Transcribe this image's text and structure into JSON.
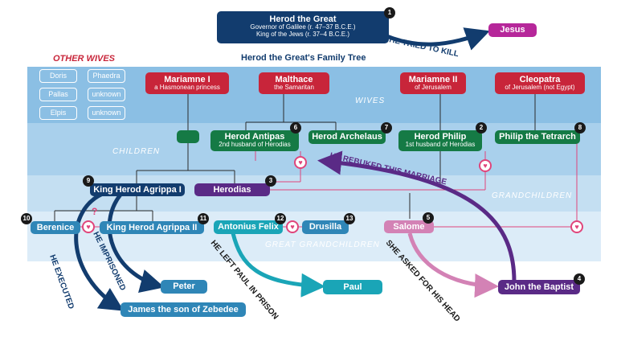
{
  "title": "Herod the Great's Family Tree",
  "herod": {
    "name": "Herod the Great",
    "line1": "Governor of Galilee (r. 47–37 B.C.E.)",
    "line2": "King of the Jews (r. 37–4 B.C.E.)",
    "number": "1"
  },
  "jesus": "Jesus",
  "other_wives": {
    "heading": "OTHER WIVES",
    "names": [
      "Doris",
      "Phaedra",
      "Pallas",
      "unknown",
      "Elpis",
      "unknown"
    ]
  },
  "bands": {
    "wives": "WIVES",
    "children": "CHILDREN",
    "grandchildren": "GRANDCHILDREN",
    "great_grandchildren": "GREAT GRANDCHILDREN"
  },
  "wives": [
    {
      "name": "Mariamne I",
      "sub": "a Hasmonean princess"
    },
    {
      "name": "Malthace",
      "sub": "the Samaritan"
    },
    {
      "name": "Mariamne II",
      "sub": "of Jerusalem"
    },
    {
      "name": "Cleopatra",
      "sub": "of Jerusalem (not Egypt)"
    }
  ],
  "children": {
    "antipas": {
      "name": "Herod Antipas",
      "sub": "2nd husband of Herodias",
      "number": "6"
    },
    "archelaus": {
      "name": "Herod Archelaus",
      "number": "7"
    },
    "philip": {
      "name": "Herod Philip",
      "sub": "1st husband of Herodias",
      "number": "2"
    },
    "tetrarch": {
      "name": "Philip the Tetrarch",
      "number": "8"
    }
  },
  "grandchildren": {
    "agrippa1": {
      "name": "King Herod Agrippa I",
      "number": "9"
    },
    "herodias": {
      "name": "Herodias",
      "number": "3"
    }
  },
  "great_grandchildren": {
    "berenice": {
      "name": "Berenice",
      "number": "10"
    },
    "agrippa2": {
      "name": "King Herod Agrippa II",
      "number": "11"
    },
    "felix": {
      "name": "Antonius Felix",
      "number": "12"
    },
    "drusilla": {
      "name": "Drusilla",
      "number": "13"
    },
    "salome": {
      "name": "Salome",
      "number": "5"
    }
  },
  "others": {
    "peter": "Peter",
    "james": "James the son of Zebedee",
    "paul": "Paul",
    "john": {
      "name": "John the Baptist",
      "number": "4"
    }
  },
  "arrows": {
    "tried_to_kill": "HE TRIED TO KILL",
    "rebuked": "HE REBUKED THIS MARRIAGE",
    "executed": "HE EXECUTED",
    "imprisoned": "HE IMPRISONED",
    "left_paul": "HE LEFT PAUL IN PRISON",
    "asked_head": "SHE ASKED FOR HIS HEAD"
  },
  "colors": {
    "wife_red": "#c8253a",
    "child_green": "#157a45",
    "navy": "#123c6e",
    "purple": "#5a2a86",
    "blue": "#2f86b7",
    "heart": "#e0457b"
  }
}
